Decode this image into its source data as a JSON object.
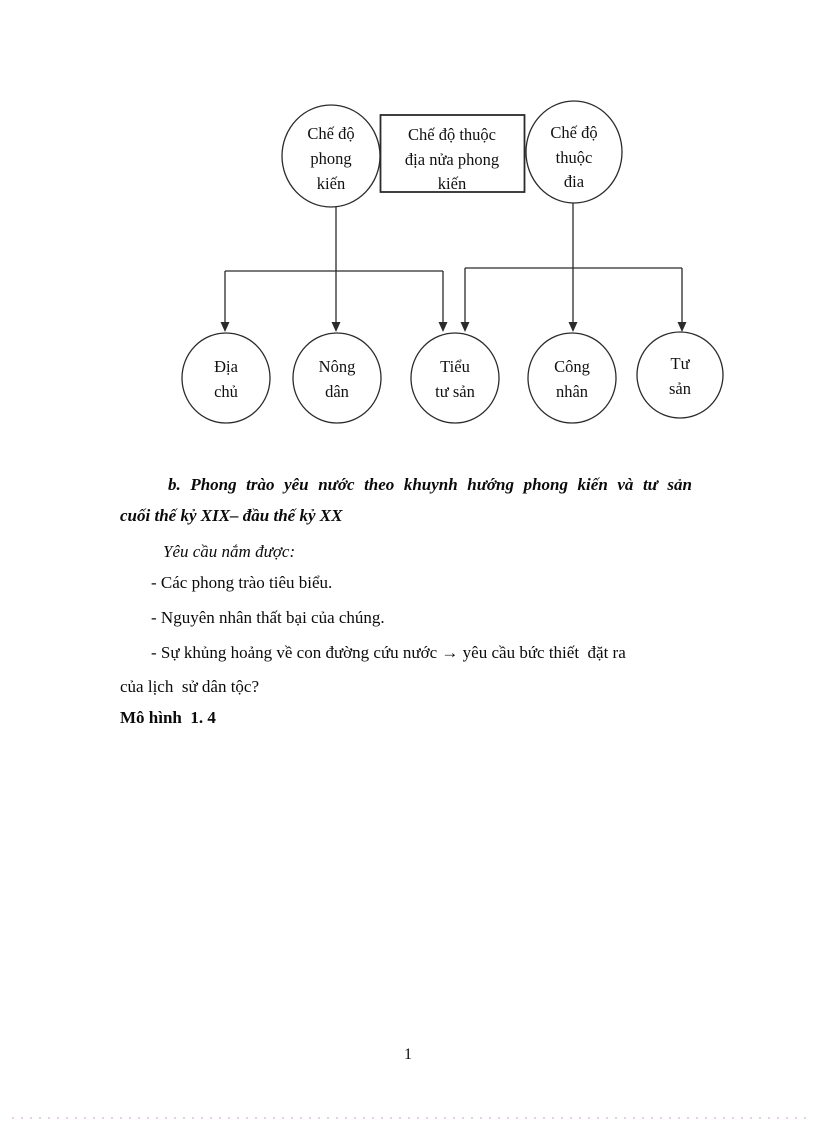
{
  "document": {
    "page_number": "1"
  },
  "diagram": {
    "top_left_circle": {
      "lines": [
        "Chế độ",
        "phong",
        "kiến"
      ]
    },
    "center_box": {
      "lines": [
        "Chế độ thuộc",
        "địa nửa phong",
        "kiến"
      ]
    },
    "top_right_circle": {
      "lines": [
        "Chế độ",
        "thuộc",
        "đia"
      ]
    },
    "bottom_circles": [
      {
        "lines": [
          "Địa",
          "chủ"
        ]
      },
      {
        "lines": [
          "Nông",
          "dân"
        ]
      },
      {
        "lines": [
          "Tiểu",
          "tư sản"
        ]
      },
      {
        "lines": [
          "Công",
          "nhân"
        ]
      },
      {
        "lines": [
          "Tư",
          "sản"
        ]
      }
    ]
  },
  "body": {
    "heading_line1": "b. Phong trào yêu nước theo khuynh hướng phong kiến và tư sản",
    "heading_line2": "cuối thế kỷ XIX– đầu thế kỷ XX",
    "requirement_heading": "Yêu cầu nắm được:",
    "bullet_1": "- Các phong trào tiêu biểu.",
    "bullet_2": "- Nguyên nhân thất bại của chúng.",
    "bullet_3_line1": "- Sự khủng hoảng về con đường cứu nước → yêu cầu bức thiết  đặt ra",
    "bullet_3_line2": "của lịch  sử dân tộc?",
    "model_caption": "Mô hình  1. 4"
  },
  "colors": {
    "diagram_line": "#2b2b2b",
    "text": "#0b0b0b",
    "page_edge_dots": "#e7cde7"
  }
}
